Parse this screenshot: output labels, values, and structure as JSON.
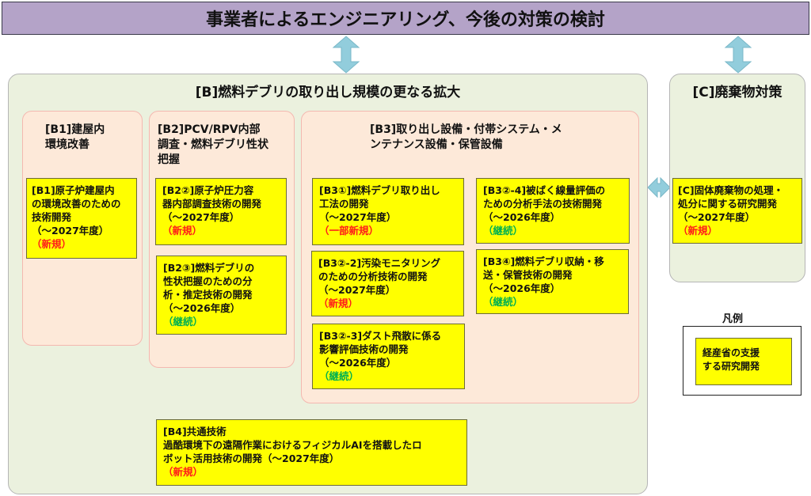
{
  "header": {
    "title": "事業者によるエンジニアリング、今後の対策の検討"
  },
  "panel_b": {
    "title": "[B]燃料デブリの取り出し規模の更なる拡大"
  },
  "panel_c": {
    "title": "[C]廃棄物対策"
  },
  "b1": {
    "title_lines": [
      "[B1]建屋内",
      "環境改善"
    ]
  },
  "b2": {
    "title_lines": [
      "[B2]PCV/RPV内部",
      "調査・燃料デブリ性状",
      "把握"
    ]
  },
  "b3": {
    "title_lines": [
      "[B3]取り出し設備・付帯システム・メ",
      "ンテナンス設備・保管設備"
    ]
  },
  "boxes": {
    "b1": {
      "lines": [
        "[B1]原子炉建屋内",
        "の環境改善のための",
        "技術開発",
        "（～2027年度）"
      ],
      "status": "（新規）"
    },
    "b2_2": {
      "lines": [
        "[B2②]原子炉圧力容",
        "器内部調査技術の開発",
        "（～2027年度）"
      ],
      "status": "（新規）"
    },
    "b2_3": {
      "lines": [
        "[B2③]燃料デブリの",
        "性状把握のための分",
        "析・推定技術の開発",
        "（～2026年度）"
      ],
      "status": "（継続）"
    },
    "b3_1": {
      "lines": [
        "[B3①]燃料デブリ取り出し",
        "工法の開発",
        "（～2027年度）"
      ],
      "status": "（一部新規）"
    },
    "b3_2_2": {
      "lines": [
        "[B3②-2]汚染モニタリング",
        "のための分析技術の開発",
        "（～2027年度）"
      ],
      "status": "（新規）"
    },
    "b3_2_3": {
      "lines": [
        "[B3②-3]ダスト飛散に係る",
        "影響評価技術の開発",
        "（～2026年度）"
      ],
      "status": "（継続）"
    },
    "b3_2_4": {
      "lines": [
        "[B3②-4]被ばく線量評価の",
        "ための分析手法の技術開発",
        "（～2026年度）"
      ],
      "status": "（継続）"
    },
    "b3_4": {
      "lines": [
        "[B3④]燃料デブリ収納・移",
        "送・保管技術の開発",
        "（～2026年度）"
      ],
      "status": "（継続）"
    },
    "c": {
      "lines": [
        "[C]固体廃棄物の処理・",
        "処分に関する研究開発",
        "（～2027年度）"
      ],
      "status": "（新規）"
    },
    "b4": {
      "lines": [
        "[B4]共通技術",
        "過酷環境下の遠隔作業におけるフィジカルAIを搭載したロ",
        "ボット活用技術の開発（～2027年度）"
      ],
      "status": "（新規）"
    }
  },
  "legend": {
    "title": "凡例",
    "item_lines": [
      "経産省の支援",
      "する研究開発"
    ]
  },
  "colors": {
    "header": "#b4a3c8",
    "panel": "#ebf1de",
    "subpanel": "#fde9d9",
    "box": "#ffff00",
    "new": "#ff1a1a",
    "continued": "#00b050",
    "arrow": "#92cddc"
  }
}
